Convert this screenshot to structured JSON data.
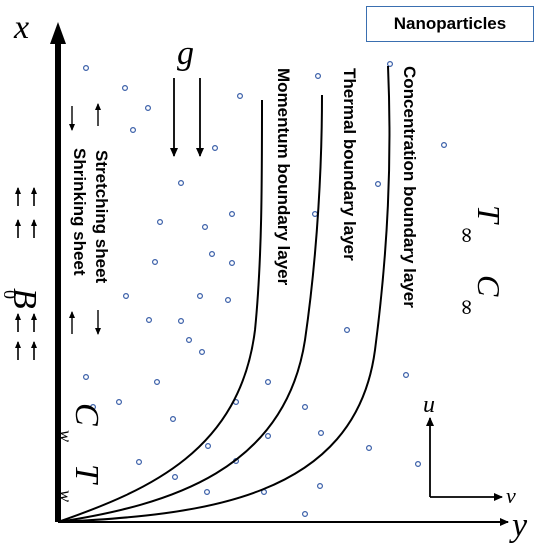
{
  "labels": {
    "x_axis": "x",
    "y_axis": "y",
    "gravity": "g",
    "nanoparticles": "Nanoparticles",
    "t_inf": "T",
    "c_inf": "C",
    "inf_sub": "∞",
    "t_w": "T",
    "c_w": "C",
    "w_sub": "w",
    "b0": "B",
    "b0_sub": "0",
    "u": "u",
    "v": "v",
    "stretching": "Stretching sheet",
    "shrinking": "Shrinking sheet",
    "momentum": "Momentum boundary layer",
    "thermal": "Thermal boundary layer",
    "concentration": "Concentration boundary layer"
  },
  "colors": {
    "axis": "#000000",
    "particle": "#3a5fa8",
    "callout_border": "#3a6fb0"
  }
}
